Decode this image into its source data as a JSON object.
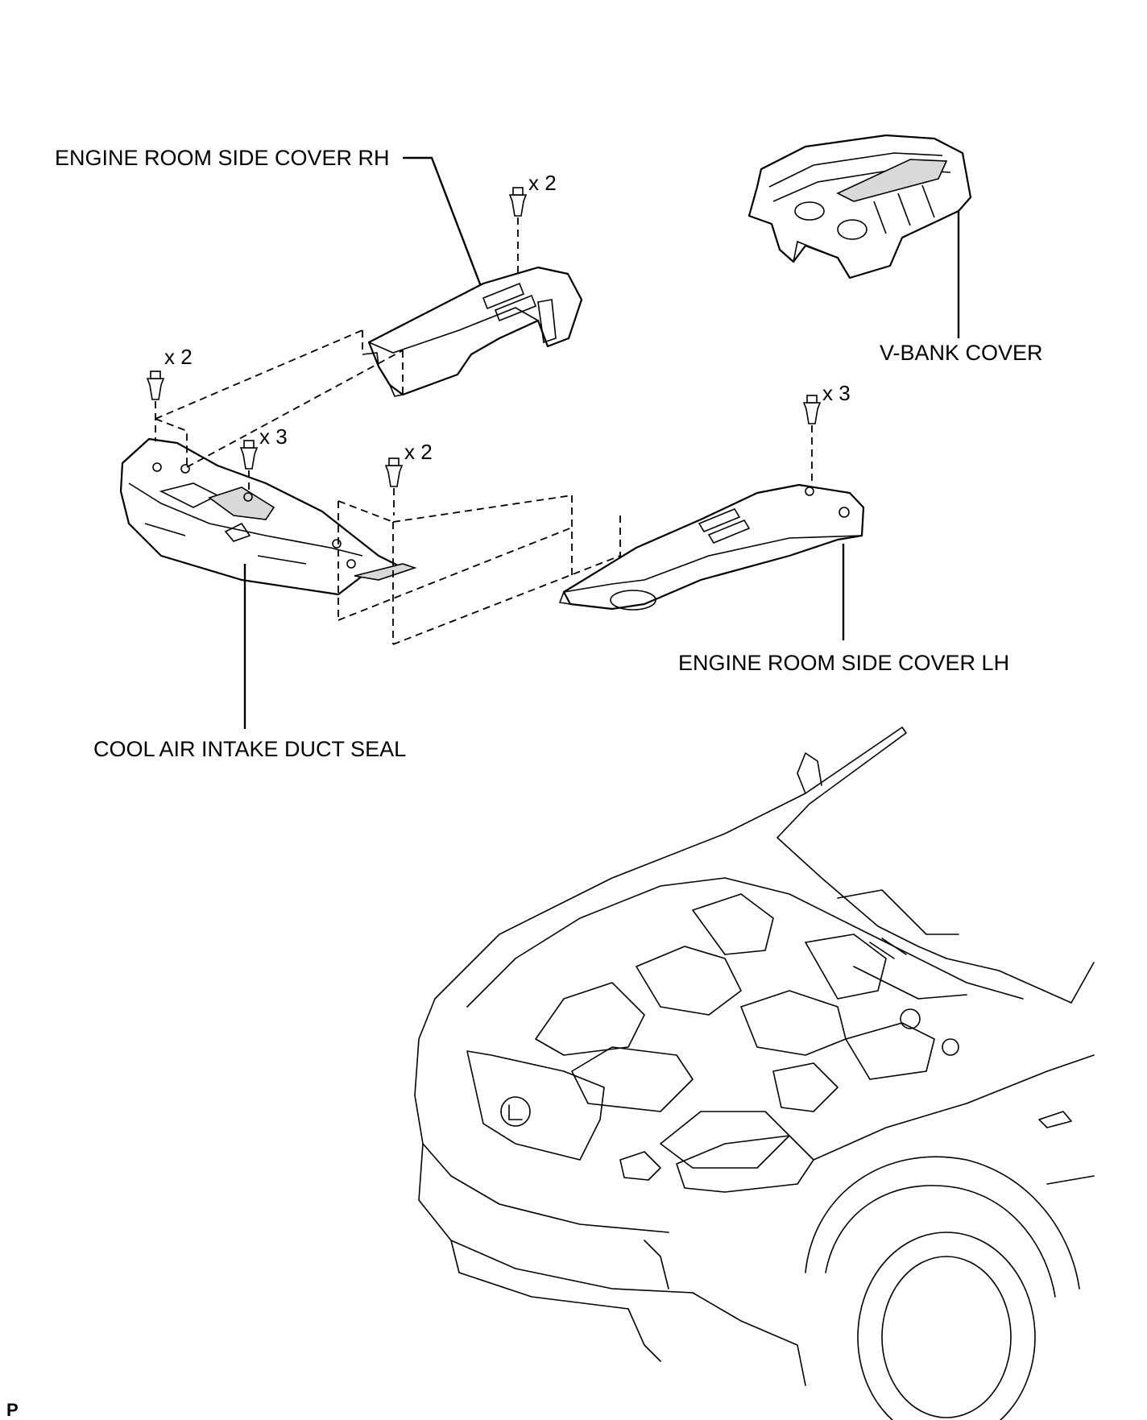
{
  "labels": {
    "side_cover_rh": "ENGINE ROOM SIDE COVER RH",
    "v_bank_cover": "V-BANK COVER",
    "side_cover_lh": "ENGINE ROOM SIDE COVER LH",
    "duct_seal": "COOL AIR INTAKE DUCT SEAL"
  },
  "quantities": {
    "rh_clips": "x 2",
    "seal_left_clips": "x 2",
    "seal_center_clips": "x 3",
    "seal_right_clips": "x 2",
    "lh_clips": "x 3"
  },
  "figure_code": "P"
}
